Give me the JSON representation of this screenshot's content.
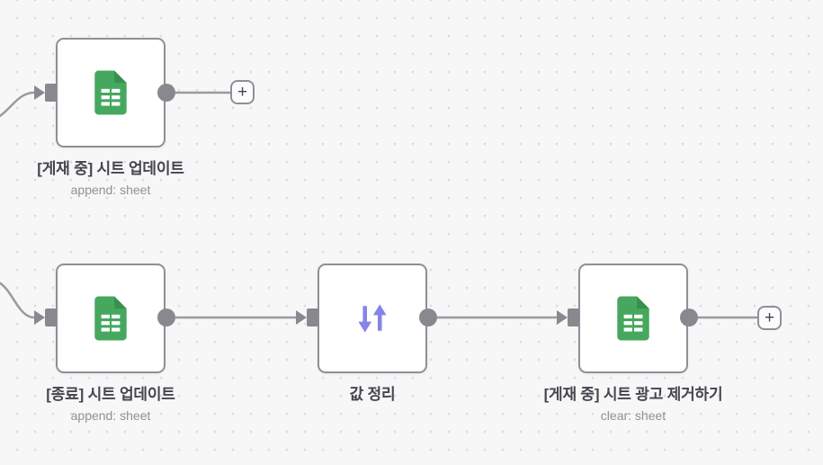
{
  "app": {
    "type": "workflow-canvas"
  },
  "colors": {
    "canvas_bg": "#f7f7f8",
    "grid_dot": "#d9d9df",
    "node_bg": "#ffffff",
    "node_border": "#8f8f97",
    "connection_line": "#9a9aa1",
    "port_gray": "#88888f",
    "title_text": "#45454d",
    "subtitle_text": "#8f8f99",
    "sheets_green": "#45a85e",
    "sheets_fold_green": "#37914d",
    "sort_purple": "#8484ea"
  },
  "nodes": [
    {
      "id": "node-1",
      "title": "[게재 중] 시트 업데이트",
      "subtitle": "append: sheet",
      "icon": "google-sheets"
    },
    {
      "id": "node-2",
      "title": "[종료] 시트 업데이트",
      "subtitle": "append: sheet",
      "icon": "google-sheets"
    },
    {
      "id": "node-3",
      "title": "값 정리",
      "subtitle": "",
      "icon": "sort-arrows"
    },
    {
      "id": "node-4",
      "title": "[게재 중] 시트 광고 제거하기",
      "subtitle": "clear: sheet",
      "icon": "google-sheets"
    }
  ],
  "connections": [
    {
      "from": "offscreen-left",
      "to": "node-1"
    },
    {
      "from": "node-1",
      "to": "add-node-button-1"
    },
    {
      "from": "offscreen-left",
      "to": "node-2"
    },
    {
      "from": "node-2",
      "to": "node-3"
    },
    {
      "from": "node-3",
      "to": "node-4"
    },
    {
      "from": "node-4",
      "to": "add-node-button-2"
    }
  ],
  "add_button": {
    "glyph": "+"
  }
}
